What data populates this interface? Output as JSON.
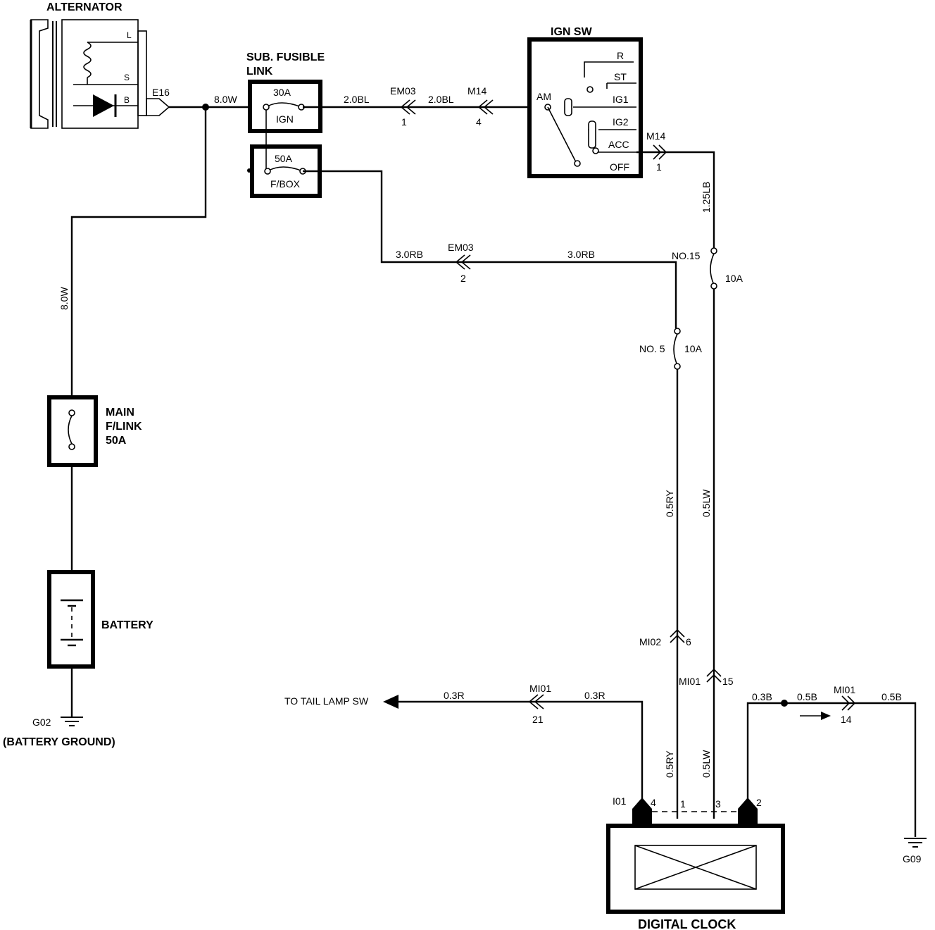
{
  "components": {
    "alternator": {
      "title": "ALTERNATOR",
      "term_l": "L",
      "term_s": "S",
      "term_b": "B",
      "connector": "E16"
    },
    "sub_fusible_link": {
      "title_line1": "SUB. FUSIBLE",
      "title_line2": "LINK",
      "fuse_ign_rating": "30A",
      "fuse_ign_label": "IGN",
      "fuse_fbox_rating": "50A",
      "fuse_fbox_label": "F/BOX"
    },
    "ign_sw": {
      "title": "IGN SW",
      "pos_r": "R",
      "pos_st": "ST",
      "pos_am": "AM",
      "pos_ig1": "IG1",
      "pos_ig2": "IG2",
      "pos_acc": "ACC",
      "pos_off": "OFF"
    },
    "main_flink": {
      "line1": "MAIN",
      "line2": "F/LINK",
      "line3": "50A"
    },
    "battery": {
      "label": "BATTERY",
      "ground_id": "G02",
      "ground_label": "(BATTERY GROUND)"
    },
    "digital_clock": {
      "label": "DIGITAL CLOCK",
      "connector": "I01",
      "pin_4": "4",
      "pin_1": "1",
      "pin_3": "3",
      "pin_2": "2"
    },
    "fuse_15": {
      "name": "NO.15",
      "rating": "10A"
    },
    "fuse_5": {
      "name": "NO. 5",
      "rating": "10A"
    },
    "ground_g09": "G09",
    "tail_lamp": "TO TAIL LAMP SW"
  },
  "wires": {
    "w_alt_out": "8.0W",
    "w_vertical_batt": "8.0W",
    "w_ign_1": "2.0BL",
    "w_ign_2": "2.0BL",
    "w_rb_1": "3.0RB",
    "w_rb_2": "3.0RB",
    "w_lb": "1.25LB",
    "w_ry_1": "0.5RY",
    "w_lw_1": "0.5LW",
    "w_ry_2": "0.5RY",
    "w_lw_2": "0.5LW",
    "w_r_1": "0.3R",
    "w_r_2": "0.3R",
    "w_b_1": "0.3B",
    "w_b_2": "0.5B",
    "w_b_3": "0.5B"
  },
  "connectors": {
    "em03_a": {
      "name": "EM03",
      "pin": "1"
    },
    "m14_a": {
      "name": "M14",
      "pin": "4"
    },
    "m14_b": {
      "name": "M14",
      "pin": "1"
    },
    "em03_b": {
      "name": "EM03",
      "pin": "2"
    },
    "mi02": {
      "name": "MI02",
      "pin": "6"
    },
    "mi01_a": {
      "name": "MI01",
      "pin": "15"
    },
    "mi01_b": {
      "name": "MI01",
      "pin": "21"
    },
    "mi01_c": {
      "name": "MI01",
      "pin": "14"
    }
  }
}
